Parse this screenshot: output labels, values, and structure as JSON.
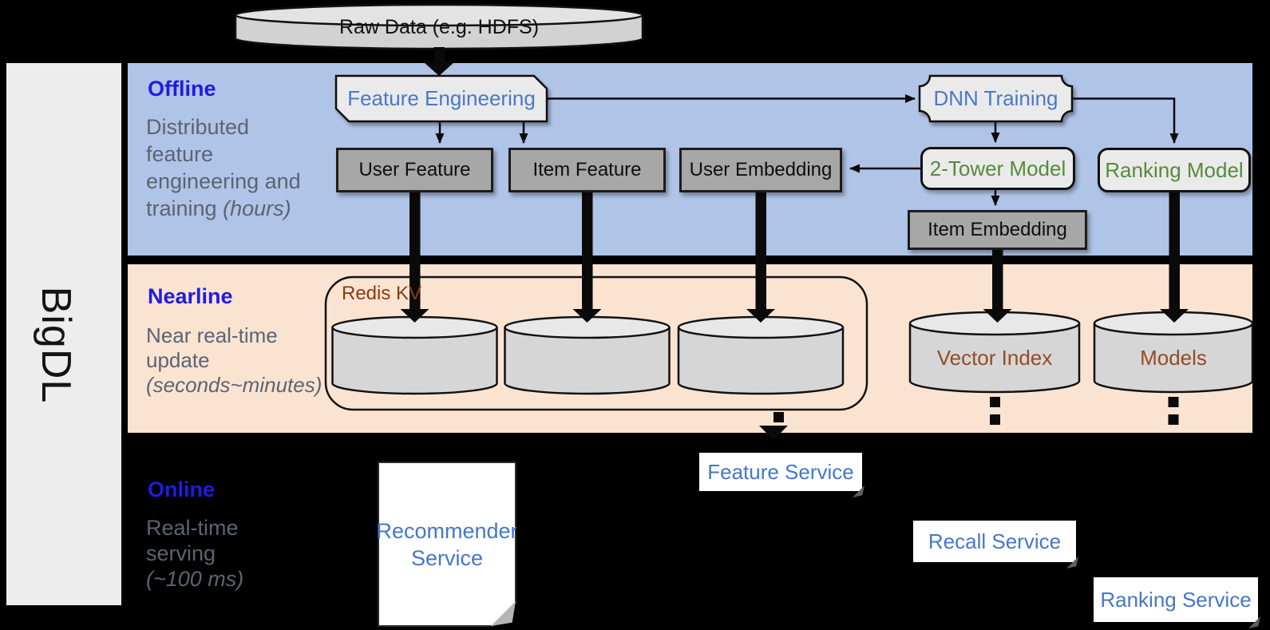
{
  "brand": {
    "label": "BigDL"
  },
  "pipeline": {
    "raw_data": "Raw Data (e.g. HDFS)",
    "feature_engineering": "Feature Engineering",
    "dnn_training": "DNN Training",
    "user_feature": "User Feature",
    "item_feature": "Item Feature",
    "user_embedding": "User Embedding",
    "two_tower_model": "2-Tower Model",
    "ranking_model": "Ranking Model",
    "item_embedding": "Item Embedding",
    "redis_kv": "Redis KV",
    "vector_index": "Vector Index",
    "models": "Models",
    "recommender_service": "Recommender Service",
    "feature_service": "Feature Service",
    "recall_service": "Recall Service",
    "ranking_service": "Ranking Service"
  },
  "sections": {
    "offline": {
      "title": "Offline",
      "desc_lines": [
        "Distributed",
        "feature",
        "engineering and",
        "training"
      ],
      "duration": "(hours)"
    },
    "nearline": {
      "title": "Nearline",
      "desc_lines": [
        "Near real-time",
        "update"
      ],
      "duration": "(seconds~minutes)"
    },
    "online": {
      "title": "Online",
      "desc_lines": [
        "Real-time",
        "serving"
      ],
      "duration": "(~100 ms)"
    }
  },
  "colors": {
    "offline_band": "#b0c4e7",
    "nearline_band": "#fbe3d2",
    "sidebar": "#ededed",
    "section_title_blue": "#1d1de0",
    "description_gray": "#5b6473",
    "node_text_blue": "#4a78c8",
    "node_text_green": "#578a38",
    "store_text_brown": "#964b22",
    "redis_label_brown": "#8a3a10",
    "gray_box_fill": "#a7a7a7",
    "light_box_fill": "#eaeaea"
  }
}
